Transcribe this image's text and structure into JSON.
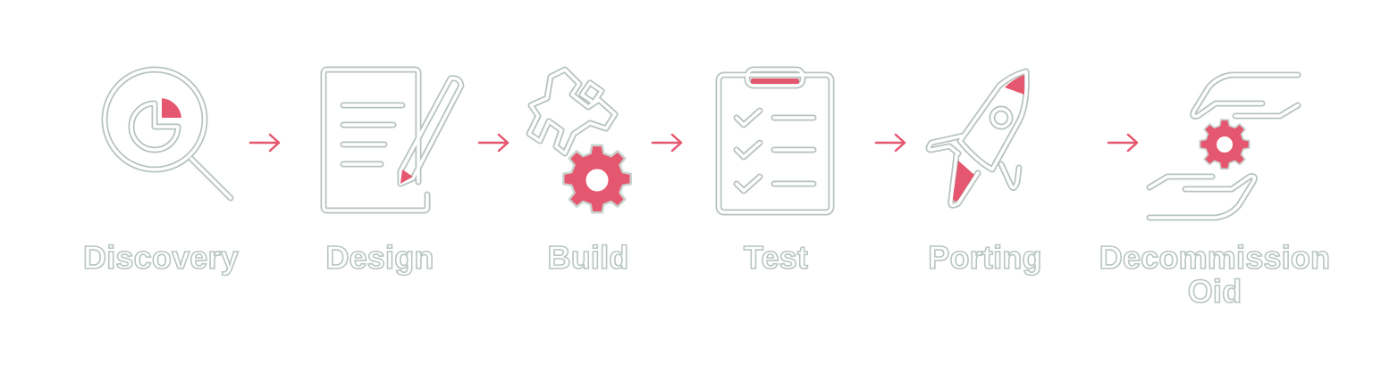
{
  "colors": {
    "accent": "#e5566f",
    "outline": "#b6c3bd",
    "background": "#ffffff"
  },
  "steps": [
    {
      "label": "Discovery",
      "icon": "magnifier-pie-chart-icon"
    },
    {
      "label": "Design",
      "icon": "document-pencil-icon"
    },
    {
      "label": "Build",
      "icon": "wrench-gear-icon"
    },
    {
      "label": "Test",
      "icon": "clipboard-checklist-icon"
    },
    {
      "label": "Porting",
      "icon": "rocket-icon"
    },
    {
      "label": "Decommission Oid",
      "icon": "hands-gear-icon"
    }
  ],
  "connectors": [
    "arrow-right-icon",
    "arrow-right-icon",
    "arrow-right-icon",
    "arrow-right-icon",
    "arrow-right-icon"
  ]
}
